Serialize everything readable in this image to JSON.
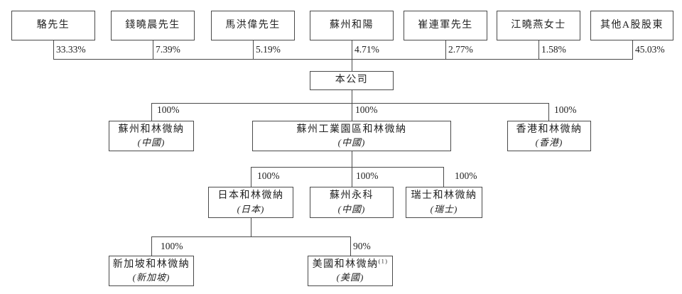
{
  "diagram": {
    "shareholders": [
      {
        "name": "駱先生",
        "pct": "33.33%"
      },
      {
        "name": "錢曉晨先生",
        "pct": "7.39%"
      },
      {
        "name": "馬洪偉先生",
        "pct": "5.19%"
      },
      {
        "name": "蘇州和陽",
        "pct": "4.71%"
      },
      {
        "name": "崔連軍先生",
        "pct": "2.77%"
      },
      {
        "name": "江曉燕女士",
        "pct": "1.58%"
      },
      {
        "name": "其他A股股東",
        "pct": "45.03%"
      }
    ],
    "company": {
      "name": "本公司"
    },
    "level2": [
      {
        "name": "蘇州和林微納",
        "region": "(中國)",
        "pct": "100%"
      },
      {
        "name": "蘇州工業園區和林微納",
        "region": "(中國)",
        "pct": "100%"
      },
      {
        "name": "香港和林微納",
        "region": "(香港)",
        "pct": "100%"
      }
    ],
    "level3": [
      {
        "name": "日本和林微納",
        "region": "(日本)",
        "pct": "100%"
      },
      {
        "name": "蘇州永科",
        "region": "(中國)",
        "pct": "100%"
      },
      {
        "name": "瑞士和林微納",
        "region": "(瑞士)",
        "pct": "100%"
      }
    ],
    "level4": [
      {
        "name": "新加坡和林微納",
        "region": "(新加坡)",
        "pct": "100%"
      },
      {
        "name": "美國和林微納",
        "footnote": "(1)",
        "region": "(美國)",
        "pct": "90%"
      }
    ],
    "line_color": "#4a4a4a"
  }
}
